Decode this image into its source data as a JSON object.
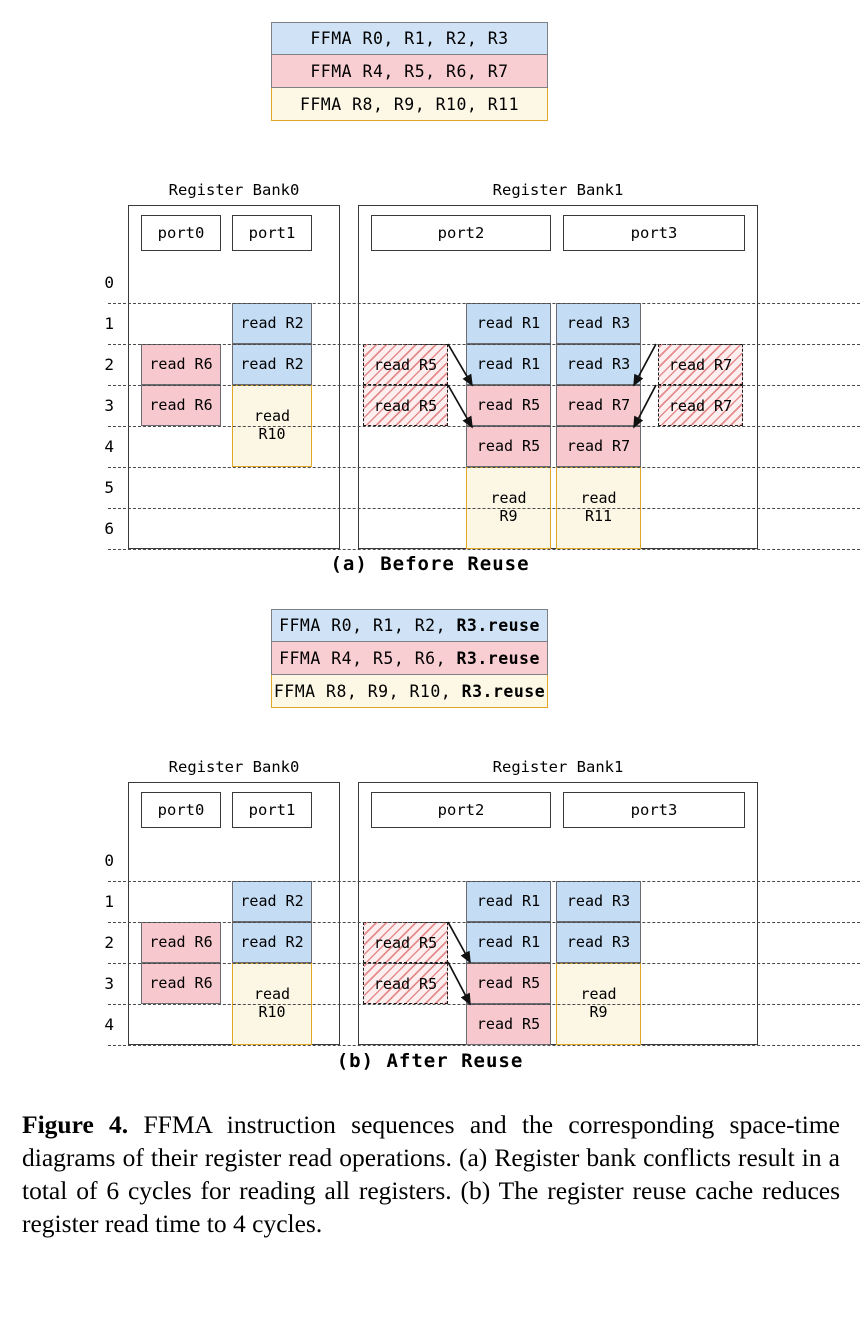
{
  "figure": {
    "caption_label": "Figure 4.",
    "caption_text": " FFMA instruction sequences and the corresponding space-time diagrams of their register read operations. (a) Register bank conflicts result in a total of 6 cycles for reading all registers. (b) The register reuse cache reduces register read time to 4 cycles."
  },
  "panel_a": {
    "subcaption": "(a) Before Reuse",
    "instructions": [
      {
        "text": "FFMA R0, R1, R2, R3",
        "color": "blue"
      },
      {
        "text": "FFMA R4, R5, R6, R7",
        "color": "red"
      },
      {
        "text": "FFMA R8, R9, R10, R11",
        "color": "yellow"
      }
    ],
    "bank0_title": "Register Bank0",
    "bank1_title": "Register Bank1",
    "ports": [
      "port0",
      "port1",
      "port2",
      "port3"
    ],
    "cycle_labels": [
      "0",
      "1",
      "2",
      "3",
      "4",
      "5",
      "6"
    ],
    "port0_cells": [
      {
        "label": "read R6",
        "color": "red",
        "start": 2,
        "span": 1
      },
      {
        "label": "read R6",
        "color": "red",
        "start": 3,
        "span": 1
      }
    ],
    "port1_cells": [
      {
        "label": "read R2",
        "color": "blue",
        "start": 1,
        "span": 1
      },
      {
        "label": "read R2",
        "color": "blue",
        "start": 2,
        "span": 1
      },
      {
        "label": "read\nR10",
        "color": "yellow",
        "start": 3,
        "span": 2
      }
    ],
    "port2_cells": [
      {
        "label": "read R1",
        "color": "blue",
        "start": 1,
        "span": 1
      },
      {
        "label": "read R1",
        "color": "blue",
        "start": 2,
        "span": 1
      },
      {
        "label": "read R5",
        "color": "red",
        "start": 3,
        "span": 1
      },
      {
        "label": "read R5",
        "color": "red",
        "start": 4,
        "span": 1
      },
      {
        "label": "read\nR9",
        "color": "yellow",
        "start": 5,
        "span": 2
      }
    ],
    "port3_cells": [
      {
        "label": "read R3",
        "color": "blue",
        "start": 1,
        "span": 1
      },
      {
        "label": "read R3",
        "color": "blue",
        "start": 2,
        "span": 1
      },
      {
        "label": "read R7",
        "color": "red",
        "start": 3,
        "span": 1
      },
      {
        "label": "read R7",
        "color": "red",
        "start": 4,
        "span": 1
      },
      {
        "label": "read\nR11",
        "color": "yellow",
        "start": 5,
        "span": 2
      }
    ],
    "ghost_left": [
      {
        "label": "read R5",
        "start": 2
      },
      {
        "label": "read R5",
        "start": 3
      }
    ],
    "ghost_right": [
      {
        "label": "read R7",
        "start": 2
      },
      {
        "label": "read R7",
        "start": 3
      }
    ]
  },
  "panel_b": {
    "subcaption": "(b) After Reuse",
    "instructions": [
      {
        "prefix": "FFMA R0, R1, R2, ",
        "bold": "R3.reuse",
        "color": "blue"
      },
      {
        "prefix": "FFMA R4, R5, R6, ",
        "bold": "R3.reuse",
        "color": "red"
      },
      {
        "prefix": "FFMA R8, R9, R10, ",
        "bold": "R3.reuse",
        "color": "yellow"
      }
    ],
    "bank0_title": "Register Bank0",
    "bank1_title": "Register Bank1",
    "ports": [
      "port0",
      "port1",
      "port2",
      "port3"
    ],
    "cycle_labels": [
      "0",
      "1",
      "2",
      "3",
      "4"
    ],
    "port0_cells": [
      {
        "label": "read R6",
        "color": "red",
        "start": 2,
        "span": 1
      },
      {
        "label": "read R6",
        "color": "red",
        "start": 3,
        "span": 1
      }
    ],
    "port1_cells": [
      {
        "label": "read R2",
        "color": "blue",
        "start": 1,
        "span": 1
      },
      {
        "label": "read R2",
        "color": "blue",
        "start": 2,
        "span": 1
      },
      {
        "label": "read\nR10",
        "color": "yellow",
        "start": 3,
        "span": 2
      }
    ],
    "port2_cells": [
      {
        "label": "read R1",
        "color": "blue",
        "start": 1,
        "span": 1
      },
      {
        "label": "read R1",
        "color": "blue",
        "start": 2,
        "span": 1
      },
      {
        "label": "read R5",
        "color": "red",
        "start": 3,
        "span": 1
      },
      {
        "label": "read R5",
        "color": "red",
        "start": 4,
        "span": 1
      }
    ],
    "port3_cells": [
      {
        "label": "read R3",
        "color": "blue",
        "start": 1,
        "span": 1
      },
      {
        "label": "read R3",
        "color": "blue",
        "start": 2,
        "span": 1
      },
      {
        "label": "read\nR9",
        "color": "yellow",
        "start": 3,
        "span": 2
      }
    ],
    "ghost_left": [
      {
        "label": "read R5",
        "start": 2
      },
      {
        "label": "read R5",
        "start": 3
      }
    ],
    "ghost_right": []
  },
  "colors": {
    "blue_fill": "#c4ddf4",
    "red_fill": "#f7c9ce",
    "yellow_fill": "#fcf7e4",
    "yellow_border": "#e0a826",
    "gray_border": "#6b6b72",
    "hatch_red": "#d65050"
  }
}
